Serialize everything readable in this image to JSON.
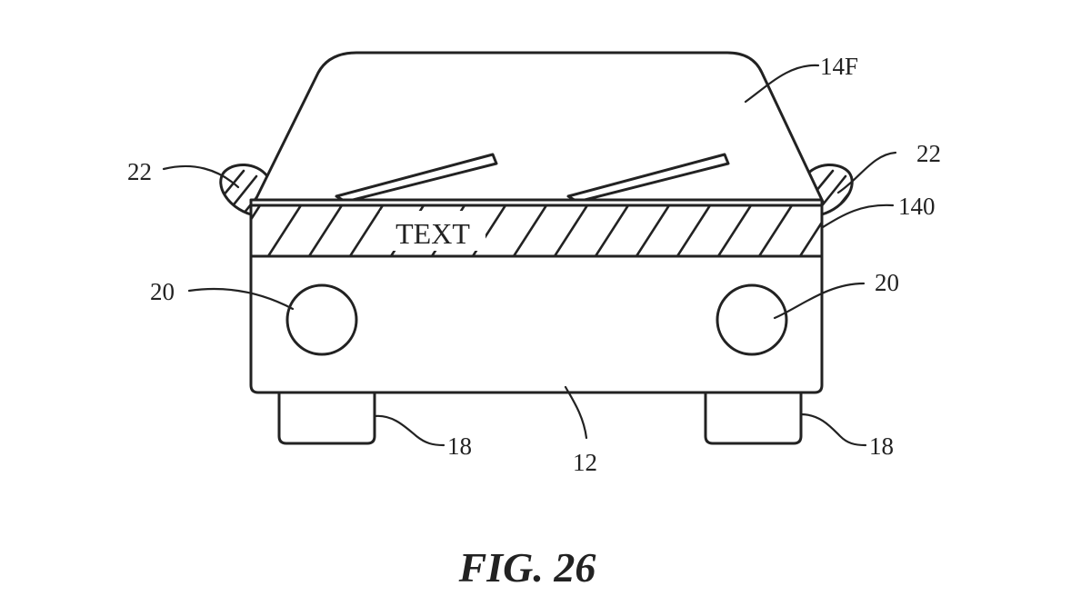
{
  "figure": {
    "caption": "FIG. 26",
    "display_text": "TEXT",
    "labels": {
      "windshield": "14F",
      "mirror_left": "22",
      "mirror_right": "22",
      "display_strip": "140",
      "headlight_left": "20",
      "headlight_right": "20",
      "wheel_left": "18",
      "wheel_right": "18",
      "body": "12"
    }
  }
}
